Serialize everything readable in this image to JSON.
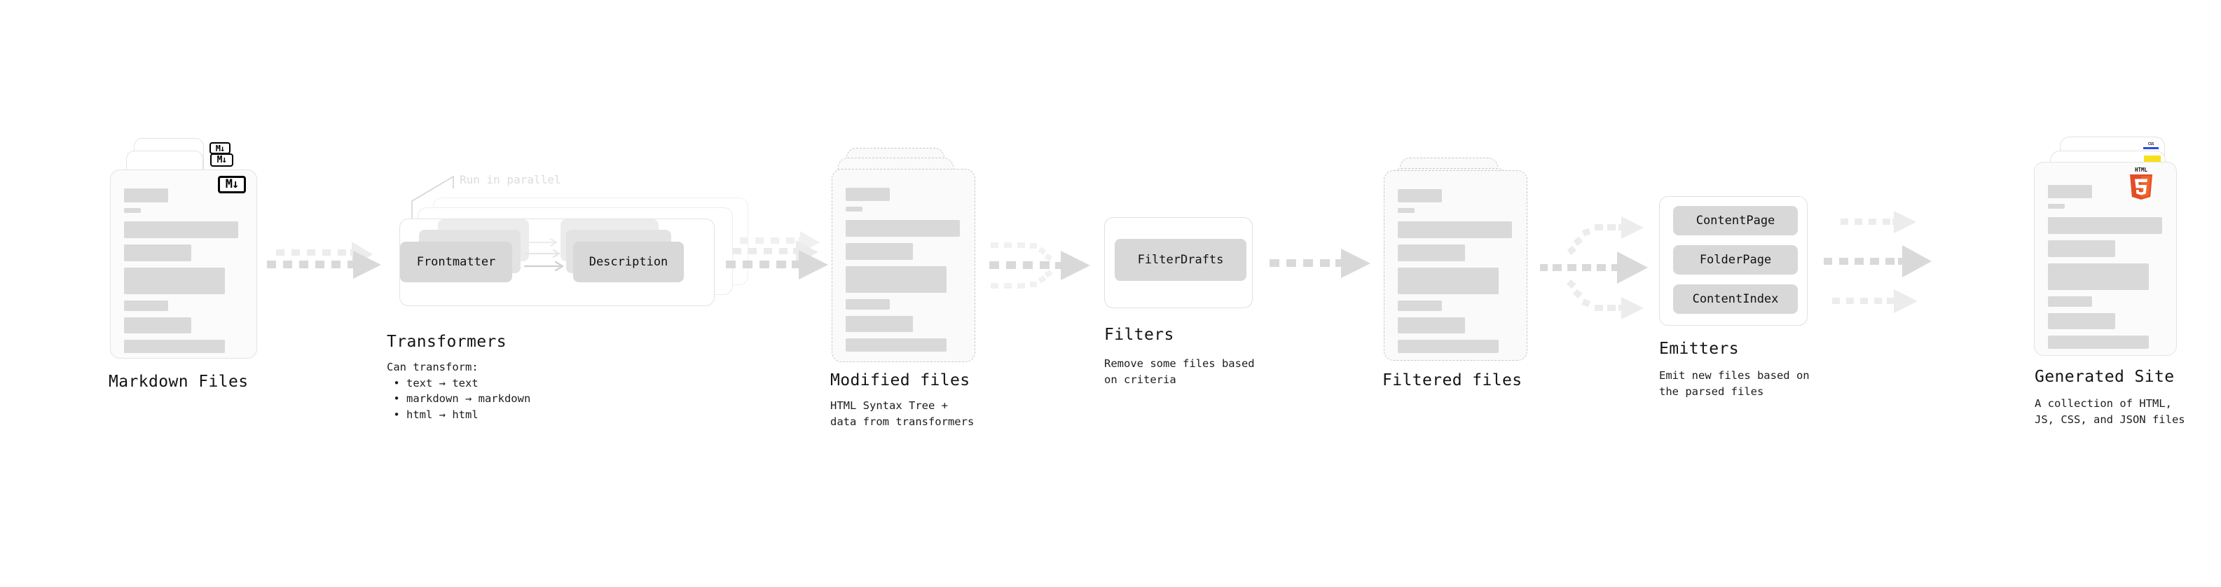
{
  "diagram": {
    "title_font": "monospace",
    "colors": {
      "bar": "#d9d9d9",
      "card_border": "#e3e3e3",
      "dashed_border": "#c9c9c9",
      "chip": "#d8d8d8",
      "arrow": "#d6d6d6",
      "arrow_faint": "#ececec",
      "js_yellow": "#f7df1e",
      "css_blue": "#264de4",
      "html5_orange": "#e44d26"
    }
  },
  "stages": [
    {
      "id": "markdown-files",
      "title": "Markdown Files",
      "subtitle": "",
      "badge": "M↓",
      "badge_name": "markdown-badge"
    },
    {
      "id": "transformers",
      "title": "Transformers",
      "subtitle": "Can transform:\n • text → text\n • markdown → markdown\n • html → html",
      "note": "Run in parallel",
      "chips": [
        "Frontmatter",
        "Description"
      ]
    },
    {
      "id": "modified-files",
      "title": "Modified files",
      "subtitle": "HTML Syntax Tree +\ndata from transformers"
    },
    {
      "id": "filters",
      "title": "Filters",
      "subtitle": "Remove some files based\non criteria",
      "chips": [
        "FilterDrafts"
      ]
    },
    {
      "id": "filtered-files",
      "title": "Filtered files",
      "subtitle": ""
    },
    {
      "id": "emitters",
      "title": "Emitters",
      "subtitle": "Emit new files based on\nthe parsed files",
      "chips": [
        "ContentPage",
        "FolderPage",
        "ContentIndex"
      ]
    },
    {
      "id": "generated-site",
      "title": "Generated Site",
      "subtitle": "A collection of HTML,\nJS, CSS, and JSON files",
      "badges": [
        "HTML5",
        "JS",
        "CSS"
      ]
    }
  ],
  "html5_label": "HTML",
  "html5_digit": "5",
  "css_label": "CSS"
}
